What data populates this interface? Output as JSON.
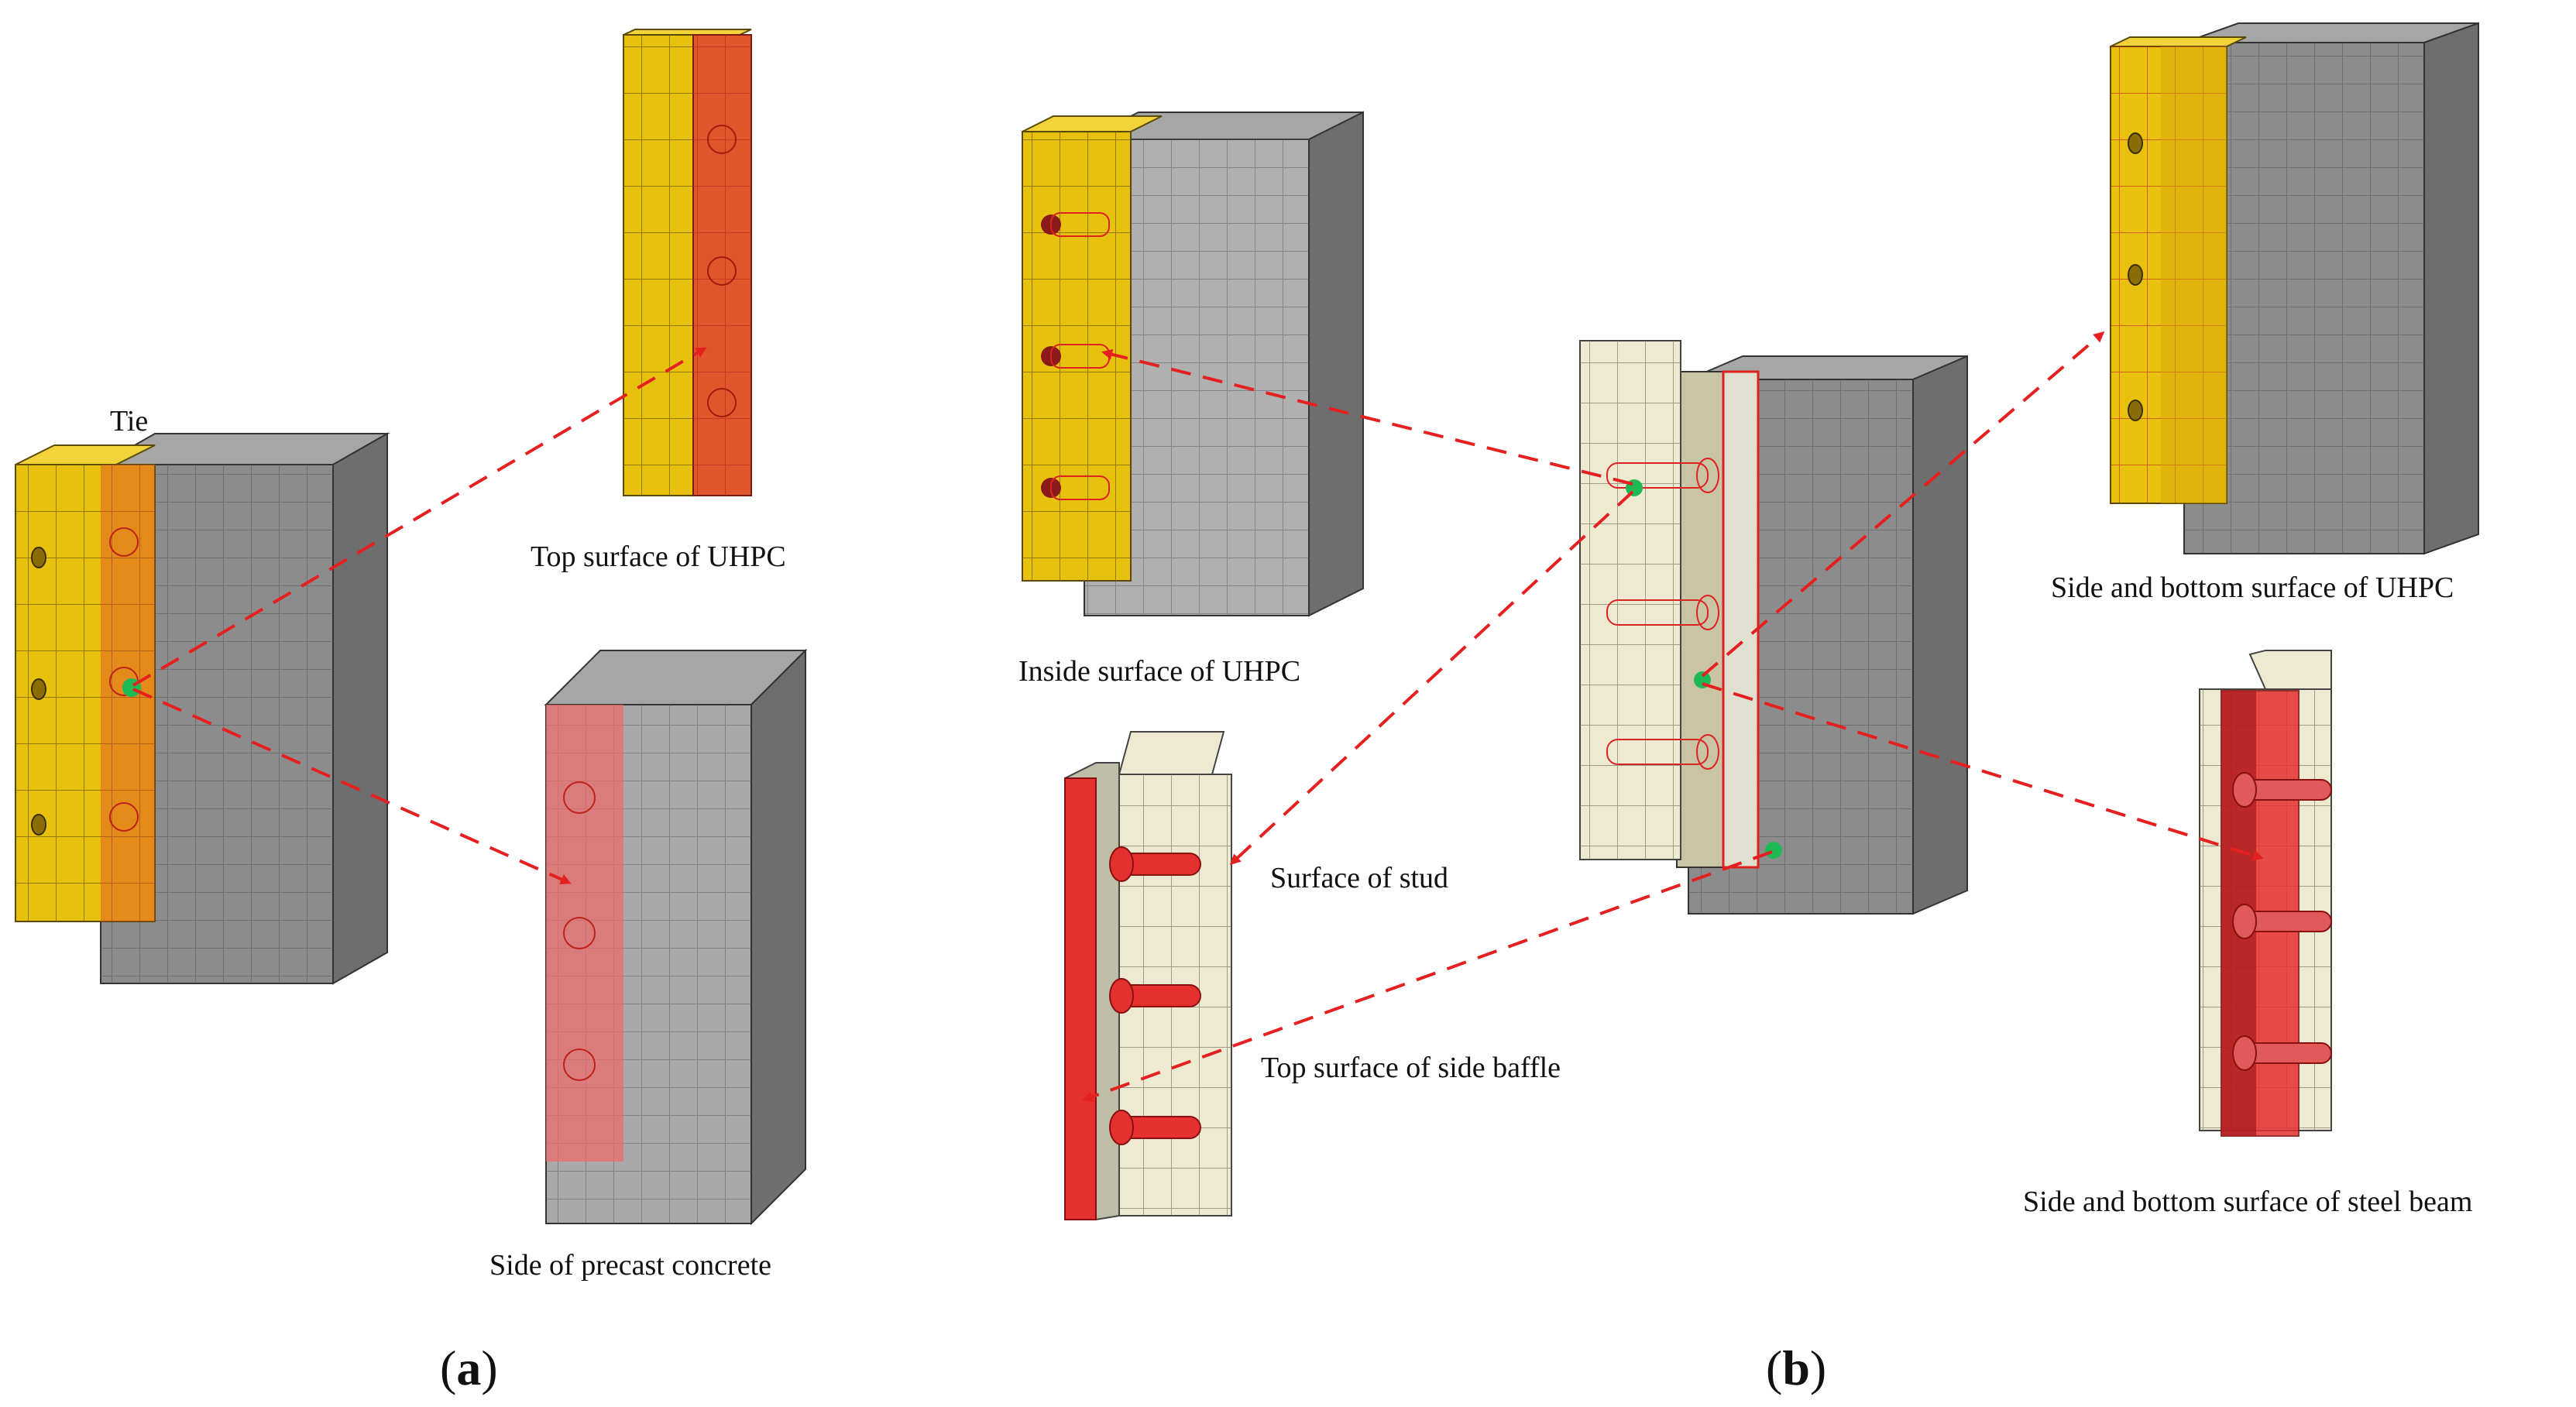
{
  "colors": {
    "uhpc": "#E8C10E",
    "uhpc_dark": "#B8970A",
    "highlight": "#E0462A",
    "concrete_front": "#8C8C8C",
    "concrete_light": "#B0B0B0",
    "concrete_top": "#A6A6A6",
    "steel": "#EEEAD2",
    "stud": "#E53030",
    "arrow": "#E52020",
    "node": "#1DB954"
  },
  "panel_a": {
    "paren_open": "(",
    "letter": "a",
    "paren_close": ")",
    "tie_label": "Tie",
    "labels": {
      "top_uhpc": "Top surface of UHPC",
      "side_precast": "Side of precast concrete"
    }
  },
  "panel_b": {
    "paren_open": "(",
    "letter": "b",
    "paren_close": ")",
    "labels": {
      "inside_uhpc": "Inside surface of UHPC",
      "stud": "Surface of stud",
      "side_baffle": "Top surface of side baffle",
      "side_bottom_uhpc": "Side and bottom surface of UHPC",
      "side_bottom_steel": "Side and bottom surface of steel beam"
    }
  }
}
